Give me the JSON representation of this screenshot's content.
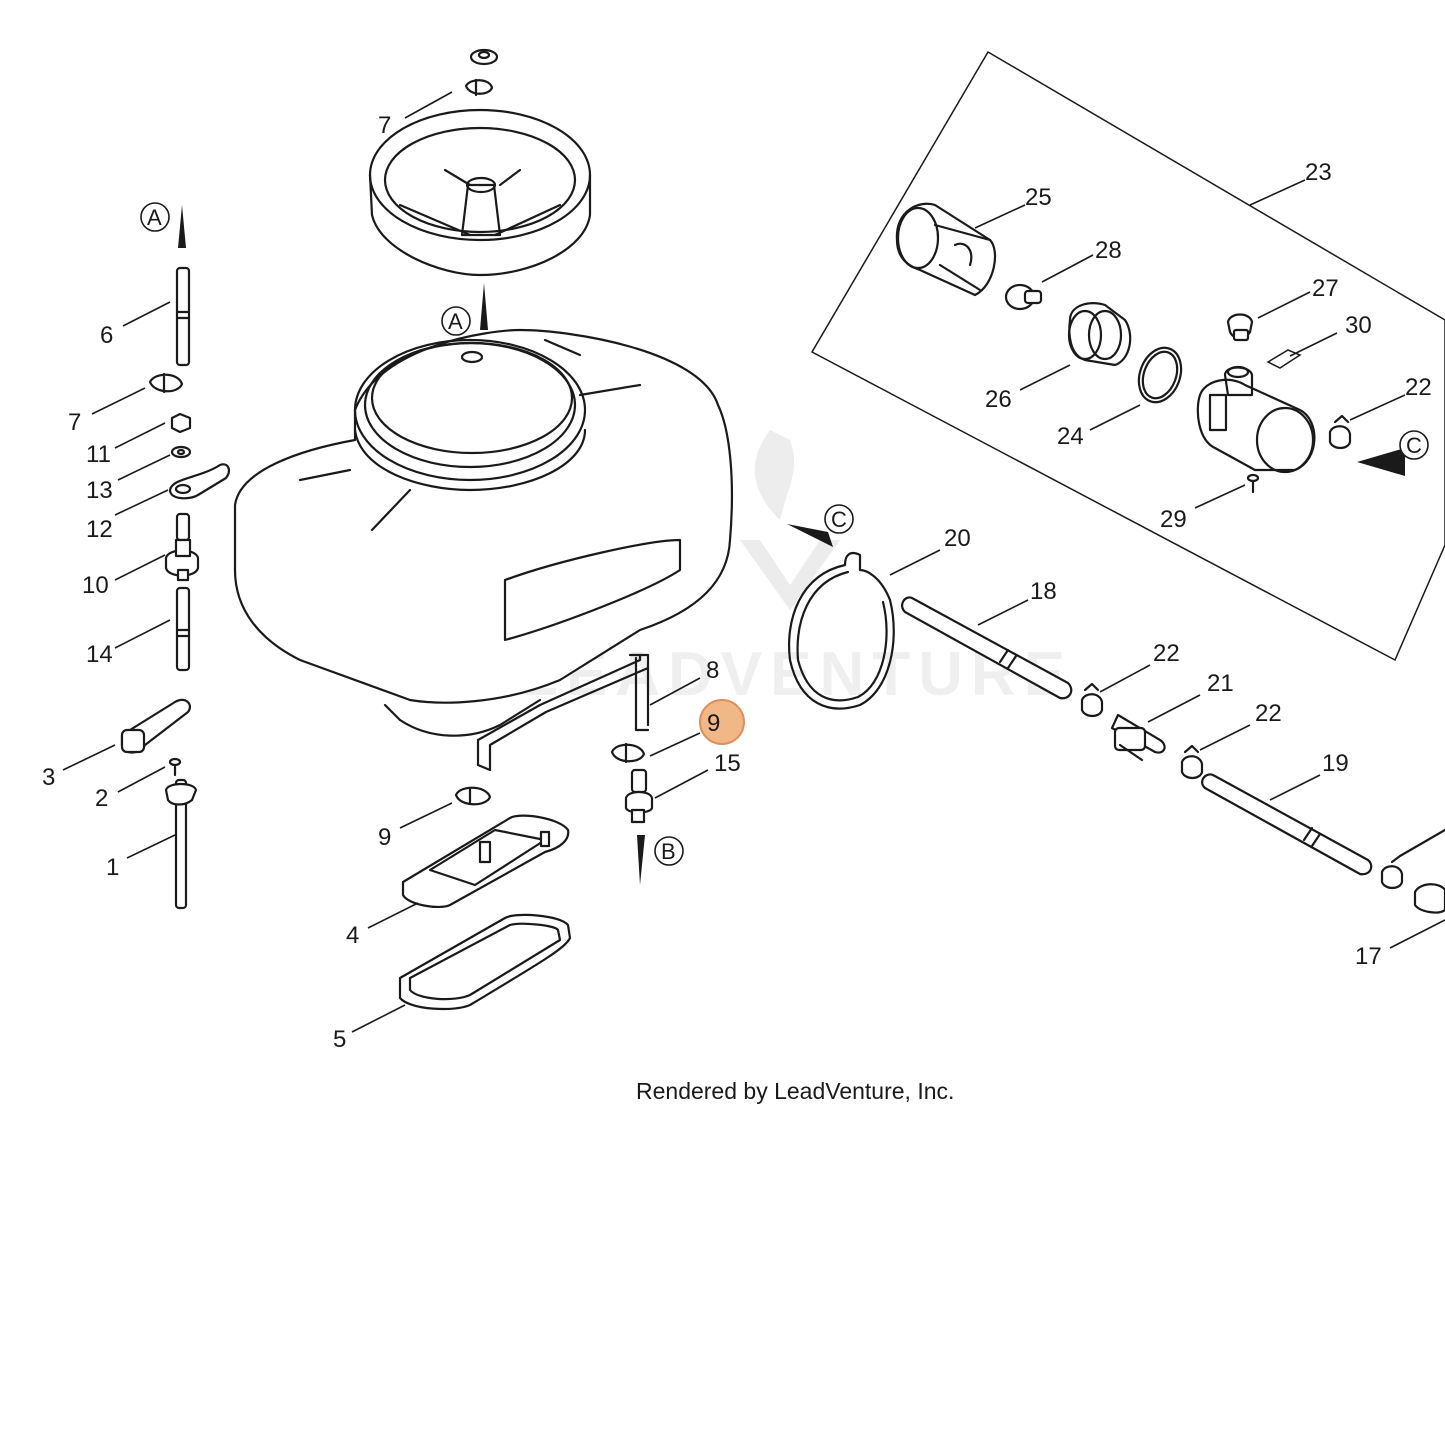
{
  "watermark": "LEADVENTURE",
  "credit": "Rendered by LeadVenture, Inc.",
  "highlight_color": "#f0b07a",
  "highlighted_callout": "9",
  "callouts": [
    "7",
    "23",
    "25",
    "28",
    "27",
    "30",
    "22",
    "26",
    "24",
    "29",
    "6",
    "7",
    "11",
    "13",
    "12",
    "10",
    "14",
    "3",
    "2",
    "1",
    "20",
    "18",
    "22",
    "21",
    "22",
    "19",
    "8",
    "9",
    "15",
    "9",
    "4",
    "5",
    "17"
  ],
  "ref_markers": [
    "A",
    "A",
    "C",
    "C",
    "B"
  ]
}
